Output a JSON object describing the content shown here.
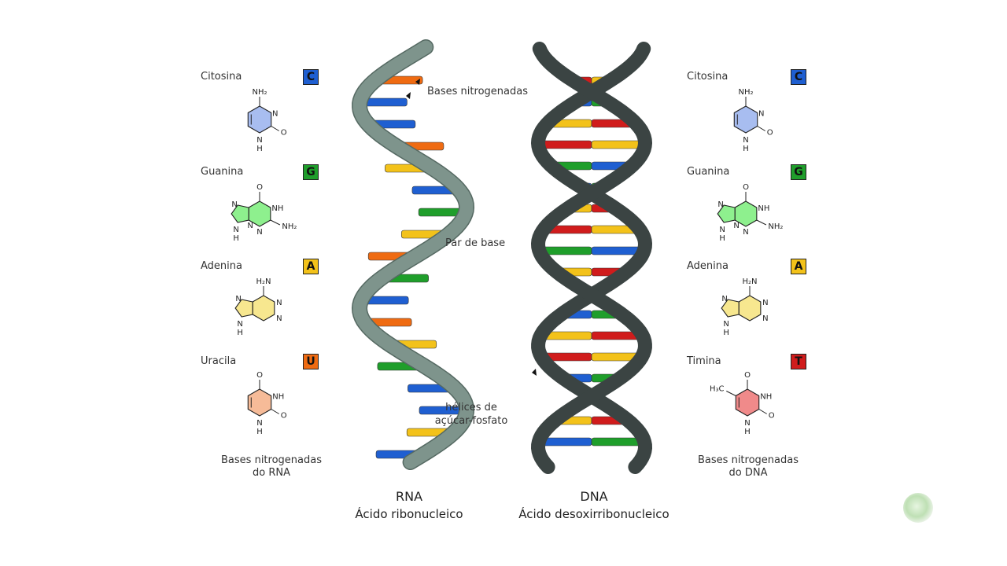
{
  "colors": {
    "C": "#1f5fd1",
    "G": "#1f9e2b",
    "A": "#f3c21a",
    "U": "#ef6b12",
    "T": "#d01c1c",
    "rna_backbone": "#7e948c",
    "dna_backbone": "#3b4443",
    "cytosine_ring": "#a8bdf0",
    "guanine_ring": "#8ef08e",
    "adenine_ring": "#f7e78f",
    "uracil_ring": "#f6bb98",
    "thymine_ring": "#f08a8a"
  },
  "rna_bases": [
    {
      "name": "Citosina",
      "letter": "C",
      "ring_type": "pyrimidine",
      "subs": [
        "NH₂",
        "N",
        "O",
        "N\nH"
      ]
    },
    {
      "name": "Guanina",
      "letter": "G",
      "ring_type": "purine",
      "subs": [
        "O",
        "NH",
        "NH₂",
        "N",
        "N",
        "N",
        "N\nH"
      ]
    },
    {
      "name": "Adenina",
      "letter": "A",
      "ring_type": "purine",
      "subs": [
        "H₂N",
        "N",
        "N",
        "N",
        "N\nH"
      ]
    },
    {
      "name": "Uracila",
      "letter": "U",
      "ring_type": "pyrimidine",
      "subs": [
        "O",
        "NH",
        "O",
        "N\nH"
      ]
    }
  ],
  "dna_bases": [
    {
      "name": "Citosina",
      "letter": "C",
      "ring_type": "pyrimidine",
      "subs": [
        "NH₂",
        "N",
        "O",
        "N\nH"
      ]
    },
    {
      "name": "Guanina",
      "letter": "G",
      "ring_type": "purine",
      "subs": [
        "O",
        "NH",
        "NH₂",
        "N",
        "N",
        "N",
        "N\nH"
      ]
    },
    {
      "name": "Adenina",
      "letter": "A",
      "ring_type": "purine",
      "subs": [
        "H₂N",
        "N",
        "N",
        "N",
        "N\nH"
      ]
    },
    {
      "name": "Timina",
      "letter": "T",
      "ring_type": "pyrimidine",
      "subs": [
        "O",
        "H₃C",
        "NH",
        "O",
        "N\nH"
      ]
    }
  ],
  "captions": {
    "rna_bases_line1": "Bases nitrogenadas",
    "rna_bases_line2": "do RNA",
    "dna_bases_line1": "Bases nitrogenadas",
    "dna_bases_line2": "do DNA"
  },
  "callouts": {
    "bases": "Bases nitrogenadas",
    "base_pair": "Par de base",
    "helix_line1": "hélices de",
    "helix_line2": "açúcar-fosfato"
  },
  "titles": {
    "rna": "RNA",
    "rna_sub": "Ácido ribonucleico",
    "dna": "DNA",
    "dna_sub": "Ácido desoxirribonucleico"
  }
}
